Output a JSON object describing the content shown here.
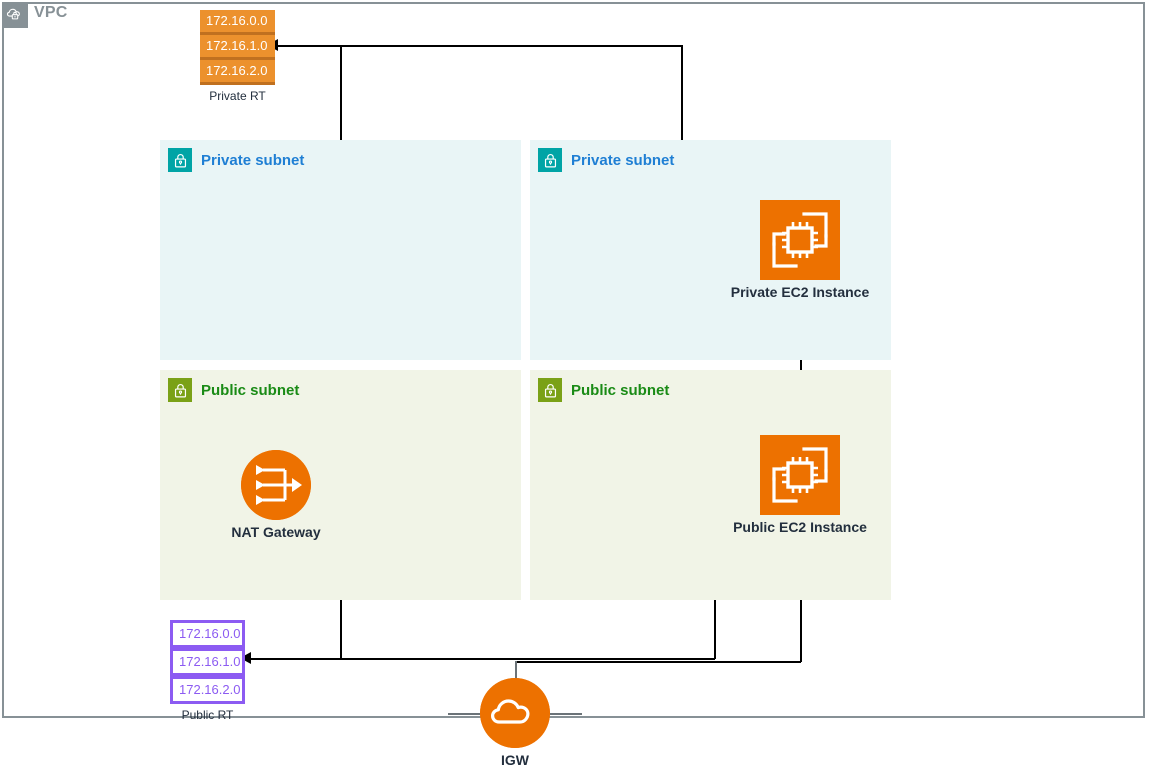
{
  "diagram": {
    "title": "VPC",
    "vpc_icon": "vpc-cloud-lock-icon",
    "border_color": "#879196"
  },
  "route_tables": [
    {
      "id": "private-rt",
      "caption": "Private RT",
      "style": "orange",
      "fill": "#ec912d",
      "text_color": "#ffffff",
      "routes": [
        "172.16.0.0",
        "172.16.1.0",
        "172.16.2.0"
      ]
    },
    {
      "id": "public-rt",
      "caption": "Public RT",
      "style": "purple",
      "fill": "#ffffff",
      "border_color": "#8c5bf2",
      "text_color": "#8c5bf2",
      "routes": [
        "172.16.0.0",
        "172.16.1.0",
        "172.16.2.0"
      ]
    }
  ],
  "subnets": [
    {
      "id": "private-subnet-left",
      "label": "Private subnet",
      "type": "private",
      "fill": "#e9f5f6",
      "icon": "lock-icon",
      "icon_color": "#00a4a6",
      "label_color": "#1f7fd4"
    },
    {
      "id": "private-subnet-right",
      "label": "Private subnet",
      "type": "private",
      "fill": "#e9f5f6",
      "icon": "lock-icon",
      "icon_color": "#00a4a6",
      "label_color": "#1f7fd4"
    },
    {
      "id": "public-subnet-left",
      "label": "Public subnet",
      "type": "public",
      "fill": "#f1f4e7",
      "icon": "lock-icon",
      "icon_color": "#7aa116",
      "label_color": "#1a8b16"
    },
    {
      "id": "public-subnet-right",
      "label": "Public subnet",
      "type": "public",
      "fill": "#f1f4e7",
      "icon": "lock-icon",
      "icon_color": "#7aa116",
      "label_color": "#1a8b16"
    }
  ],
  "nodes": [
    {
      "id": "private-ec2",
      "label": "Private EC2 Instance",
      "icon": "ec2-instance-icon",
      "shape": "square",
      "fill": "#ed7100"
    },
    {
      "id": "public-ec2",
      "label": "Public EC2 Instance",
      "icon": "ec2-instance-icon",
      "shape": "square",
      "fill": "#ed7100"
    },
    {
      "id": "nat-gateway",
      "label": "NAT Gateway",
      "icon": "nat-gateway-icon",
      "shape": "circle",
      "fill": "#ed7100"
    },
    {
      "id": "igw",
      "label": "IGW",
      "icon": "internet-gateway-icon",
      "shape": "circle",
      "fill": "#ed7100"
    }
  ]
}
